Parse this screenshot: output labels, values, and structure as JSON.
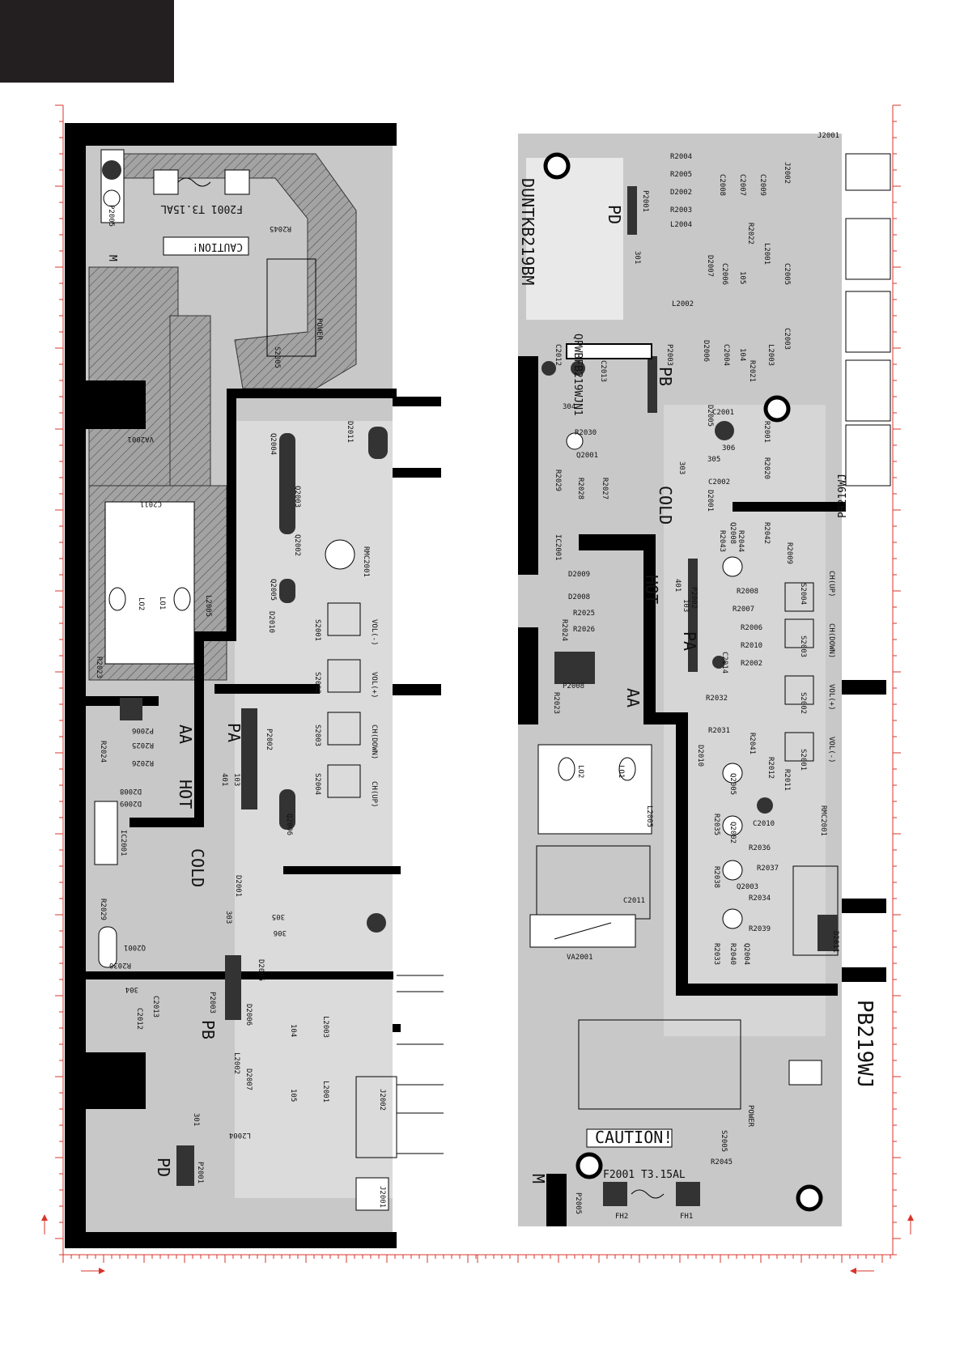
{
  "board_left": {
    "labels": {
      "fuse": "F2001 T3.15AL",
      "caution": "CAUTION!",
      "power": "POWER",
      "cold": "COLD",
      "hot": "HOT",
      "pa": "PA",
      "pb": "PB",
      "pd": "PD",
      "aa": "AA",
      "m": "M",
      "ic": "IC2001",
      "va": "VA2001",
      "c2011": "C2011",
      "l2005": "L2005",
      "p2005": "P2005",
      "p2006": "P2006",
      "p2002": "P2002",
      "p2003": "P2003",
      "p2001": "P2001",
      "rmc": "RMC2001",
      "j2001": "J2001",
      "j2002": "J2002",
      "s2005": "S2005",
      "s2001": "S2001",
      "s2002": "S2002",
      "s2003": "S2003",
      "s2004": "S2004",
      "vol_minus": "VOL(-)",
      "vol_plus": "VOL(+)",
      "ch_down": "CH(DOWN)",
      "ch_up": "CH(UP)",
      "q2001": "Q2001",
      "q2002": "Q2002",
      "q2003": "Q2003",
      "q2004": "Q2004",
      "q2005": "Q2005",
      "q2006": "Q2006",
      "d2001": "D2001",
      "d2005": "D2005",
      "d2006": "D2006",
      "d2007": "D2007",
      "d2008": "D2008",
      "d2009": "D2009",
      "d2010": "D2010",
      "d2011": "D2011",
      "r2045": "R2045",
      "r2023": "R2023",
      "r2024": "R2024",
      "r2025": "R2025",
      "r2026": "R2026",
      "r2029": "R2029",
      "r2030": "R2030",
      "l2001": "L2001",
      "l2002": "L2002",
      "l2003": "L2003",
      "l2004": "L2004",
      "c2012": "C2012",
      "c2013": "C2013",
      "n301": "301",
      "n303": "303",
      "n304": "304",
      "n305": "305",
      "n306": "306",
      "n401": "401",
      "n103": "103",
      "n104": "104",
      "n105": "105",
      "lo1": "LO1",
      "lo2": "LO2"
    }
  },
  "board_right": {
    "labels": {
      "title": "PB219WJ",
      "duntk": "DUNTKB219BM",
      "qpwb": "QPWBFB219WJN1",
      "fuse": "F2001 T3.15AL",
      "caution": "CAUTION!",
      "power": "POWER",
      "cold_top": "COLD",
      "hot": "HOT",
      "pa": "PA",
      "pb": "PB",
      "pd": "PD",
      "aa": "AA",
      "m": "M",
      "ic": "IC2001",
      "va": "VA2001",
      "c2011": "C2011",
      "l2005": "L2005",
      "p2005": "P2005",
      "p2008": "P2008",
      "p2002": "P2002",
      "p2003": "P2003",
      "p2001": "P2001",
      "rmc": "RMC2001",
      "j2001": "J2001",
      "j2002": "J2002",
      "s2005": "S2005",
      "s2004": "S2004",
      "s2003": "S2003",
      "s2002": "S2002",
      "s2001": "S2001",
      "ch_up": "CH(UP)",
      "ch_down": "CH(DOWN)",
      "vol_plus": "VOL(+)",
      "vol_minus": "VOL(-)",
      "fh1": "FH1",
      "fh2": "FH2",
      "r2045": "R2045",
      "r2004": "R2004",
      "r2005": "R2005",
      "r2003": "R2003",
      "r2022": "R2022",
      "r2021": "R2021",
      "r2001": "R2001",
      "r2020": "R2020",
      "r2030": "R2030",
      "r2028": "R2028",
      "r2027": "R2027",
      "r2029": "R2029",
      "r2024": "R2024",
      "r2025": "R2025",
      "r2026": "R2026",
      "r2023": "R2023",
      "r2008": "R2008",
      "r2007": "R2007",
      "r2006": "R2006",
      "r2010": "R2010",
      "r2002": "R2002",
      "r2032": "R2032",
      "r2031": "R2031",
      "r2041": "R2041",
      "r2012": "R2012",
      "r2011": "R2011",
      "r2035": "R2035",
      "r2036": "R2036",
      "r2037": "R2037",
      "r2038": "R2038",
      "r2034": "R2034",
      "r2039": "R2039",
      "r2033": "R2033",
      "r2040": "R2040",
      "r2042": "R2042",
      "r2009": "R2009",
      "r2043": "R2043",
      "r2044": "R2044",
      "c2006": "C2006",
      "c2007": "C2007",
      "c2008": "C2008",
      "c2009": "C2009",
      "c2005": "C2005",
      "c2004": "C2004",
      "c2003": "C2003",
      "c2001": "C2001",
      "c2002": "C2002",
      "c2012": "C2012",
      "c2013": "C2013",
      "c2014": "C2014",
      "c2010": "C2010",
      "d2001": "D2001",
      "d2002": "D2002",
      "d2005": "D2005",
      "d2006": "D2006",
      "d2007": "D2007",
      "d2008": "D2008",
      "d2009": "D2009",
      "d2010": "D2010",
      "d2011": "D2011",
      "l2001": "L2001",
      "l2002": "L2002",
      "l2003": "L2003",
      "l2004": "L2004",
      "q2001": "Q2001",
      "q2002": "Q2002",
      "q2003": "Q2003",
      "q2004": "Q2004",
      "q2005": "Q2005",
      "q2008": "Q2008",
      "n301": "301",
      "n303": "303",
      "n304": "304",
      "n305": "305",
      "n306": "306",
      "n401": "401",
      "n103": "103",
      "n104": "104",
      "n105": "105",
      "lo1": "LO1",
      "lo2": "LO2",
      "mirror": "PB219WJ"
    }
  }
}
